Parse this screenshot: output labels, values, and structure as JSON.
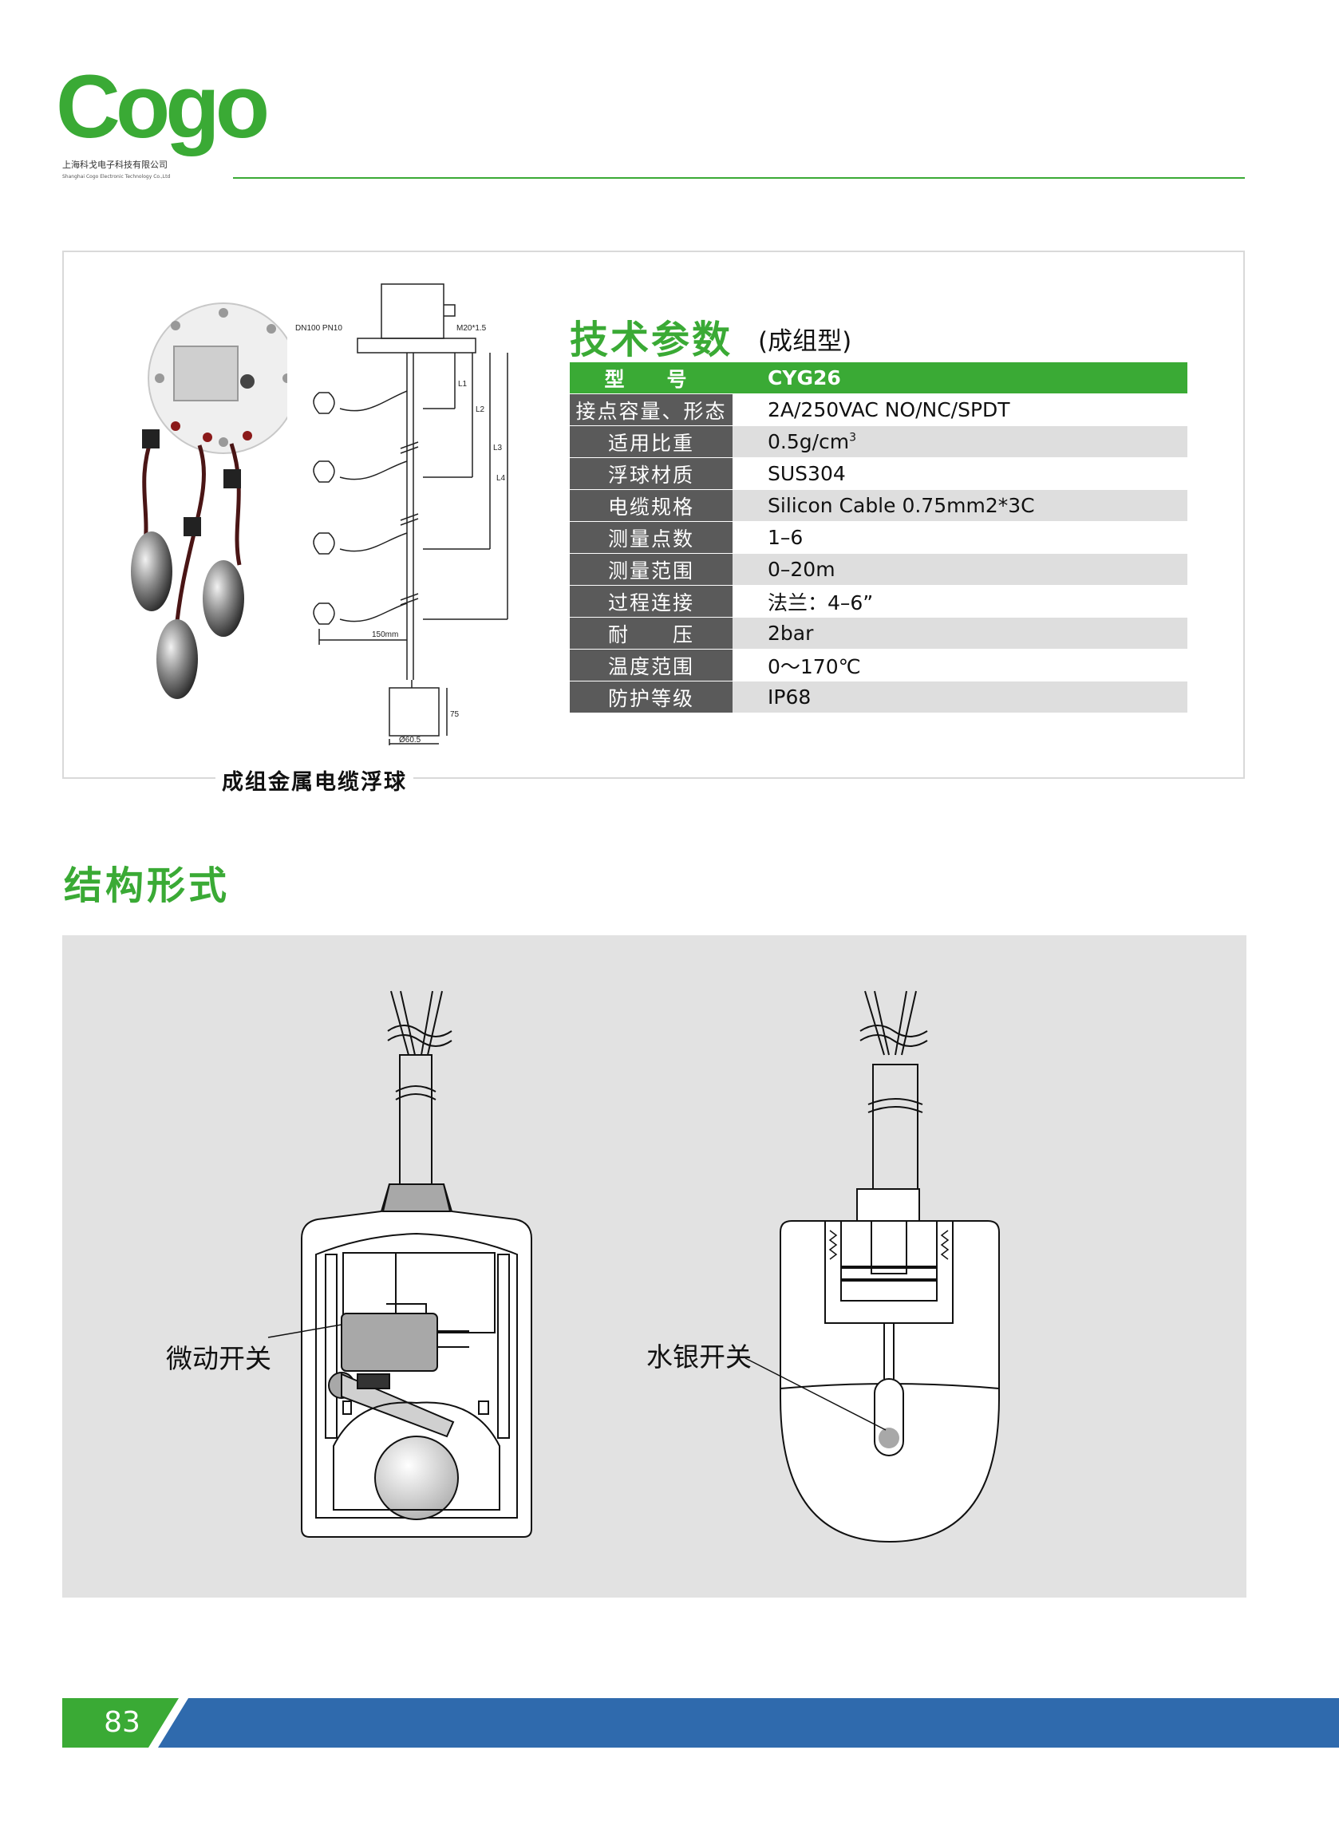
{
  "brand": {
    "logo_text": "Cogo",
    "company_cn": "上海科戈电子科技有限公司",
    "company_en": "Shanghai Cogo Electronic Technology Co.,Ltd",
    "accent_color": "#3aaa35"
  },
  "product": {
    "caption": "成组金属电缆浮球",
    "drawing_labels": {
      "flange": "DN100 PN10",
      "thread": "M20*1.5",
      "l1": "L1",
      "l2": "L2",
      "l3": "L3",
      "l4": "L4",
      "spacing": "150mm",
      "height": "75",
      "diameter": "Ø60.5"
    }
  },
  "specs": {
    "title": "技术参数",
    "subtitle": "(成组型)",
    "rows": [
      {
        "label": "型　号",
        "value": "CYG26"
      },
      {
        "label": "接点容量、形态",
        "value": "2A/250VAC NO/NC/SPDT"
      },
      {
        "label": "适用比重",
        "value": "0.5g/cm",
        "sup": "3"
      },
      {
        "label": "浮球材质",
        "value": "SUS304"
      },
      {
        "label": "电缆规格",
        "value": "Silicon Cable 0.75mm2*3C"
      },
      {
        "label": "测量点数",
        "value": "1–6"
      },
      {
        "label": "测量范围",
        "value": "0–20m"
      },
      {
        "label": "过程连接",
        "value": "法兰：4–6”"
      },
      {
        "label": "耐　　压",
        "value": "2bar"
      },
      {
        "label": "温度范围",
        "value": "0～170℃"
      },
      {
        "label": "防护等级",
        "value": "IP68"
      }
    ]
  },
  "structure": {
    "title": "结构形式",
    "micro_switch_label": "微动开关",
    "mercury_switch_label": "水银开关"
  },
  "footer": {
    "page_number": "83",
    "green": "#3aaa35",
    "blue": "#2f6aad"
  }
}
